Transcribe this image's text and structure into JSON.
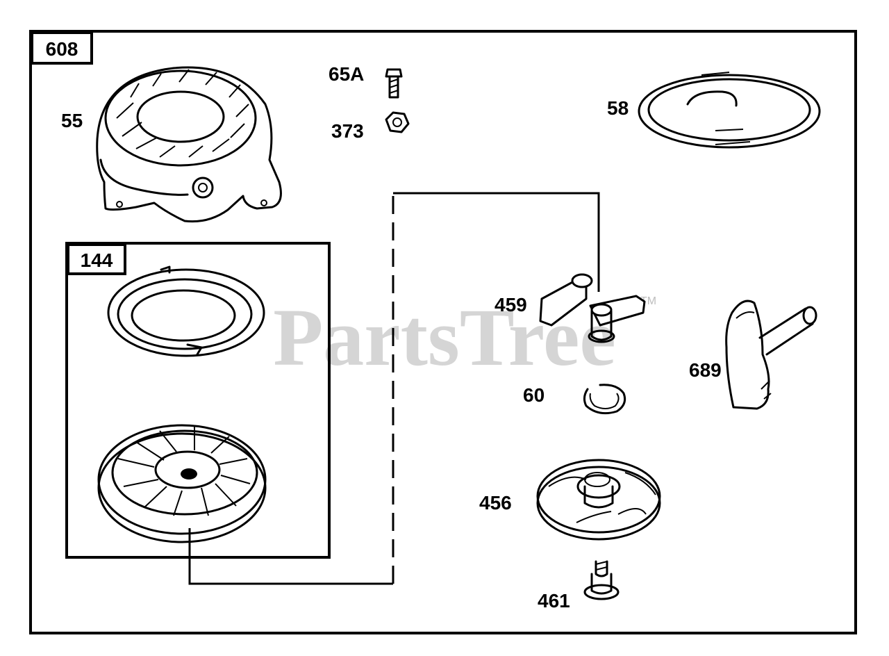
{
  "watermark": {
    "text": "PartsTree",
    "trademark": "TM"
  },
  "assembly_box": {
    "number": "608"
  },
  "subassembly_box": {
    "number": "144"
  },
  "parts": [
    {
      "id": "55",
      "label": "55"
    },
    {
      "id": "65A",
      "label": "65A"
    },
    {
      "id": "373",
      "label": "373"
    },
    {
      "id": "58",
      "label": "58"
    },
    {
      "id": "459",
      "label": "459"
    },
    {
      "id": "60",
      "label": "60"
    },
    {
      "id": "689",
      "label": "689"
    },
    {
      "id": "456",
      "label": "456"
    },
    {
      "id": "461",
      "label": "461"
    }
  ]
}
